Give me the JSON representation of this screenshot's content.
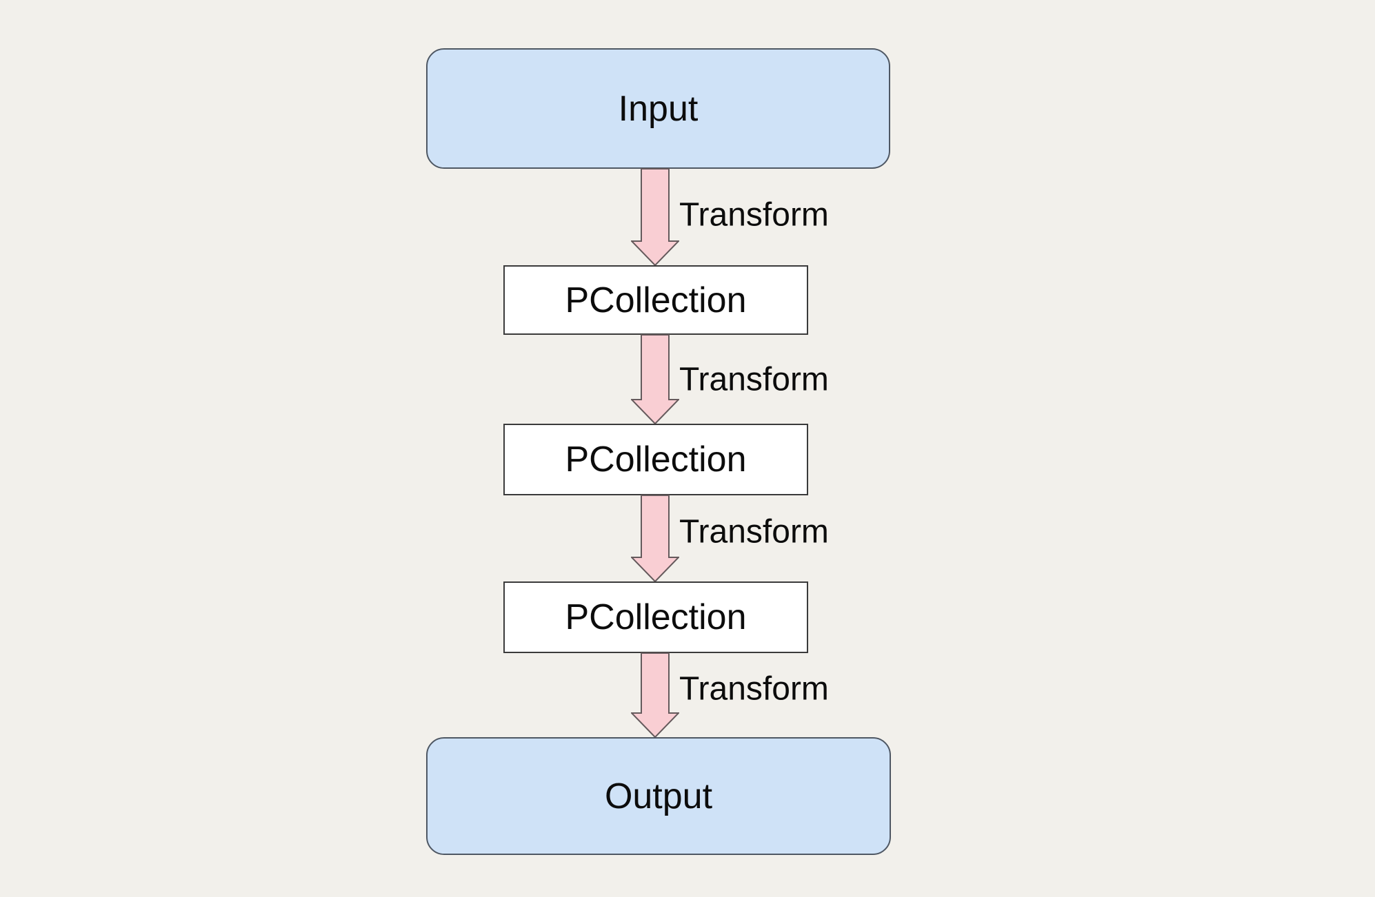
{
  "canvas": {
    "background": "#f2f0eb"
  },
  "diagram": {
    "type": "flowchart",
    "direction": "top-to-bottom",
    "nodes": [
      {
        "id": "input",
        "label": "Input",
        "shape": "rounded-rect",
        "fill": "#cfe2f7"
      },
      {
        "id": "pcollection-1",
        "label": "PCollection",
        "shape": "rect",
        "fill": "#ffffff"
      },
      {
        "id": "pcollection-2",
        "label": "PCollection",
        "shape": "rect",
        "fill": "#ffffff"
      },
      {
        "id": "pcollection-3",
        "label": "PCollection",
        "shape": "rect",
        "fill": "#ffffff"
      },
      {
        "id": "output",
        "label": "Output",
        "shape": "rounded-rect",
        "fill": "#cfe2f7"
      }
    ],
    "edges": [
      {
        "from": "input",
        "to": "pcollection-1",
        "label": "Transform"
      },
      {
        "from": "pcollection-1",
        "to": "pcollection-2",
        "label": "Transform"
      },
      {
        "from": "pcollection-2",
        "to": "pcollection-3",
        "label": "Transform"
      },
      {
        "from": "pcollection-3",
        "to": "output",
        "label": "Transform"
      }
    ],
    "colors": {
      "background": "#f2f0eb",
      "terminal_fill": "#cfe2f7",
      "terminal_border": "#4e5763",
      "process_fill": "#ffffff",
      "process_border": "#3a3a3a",
      "arrow_fill": "#f9ced3",
      "arrow_stroke": "#655a5c",
      "text": "#0c0c0c"
    }
  }
}
